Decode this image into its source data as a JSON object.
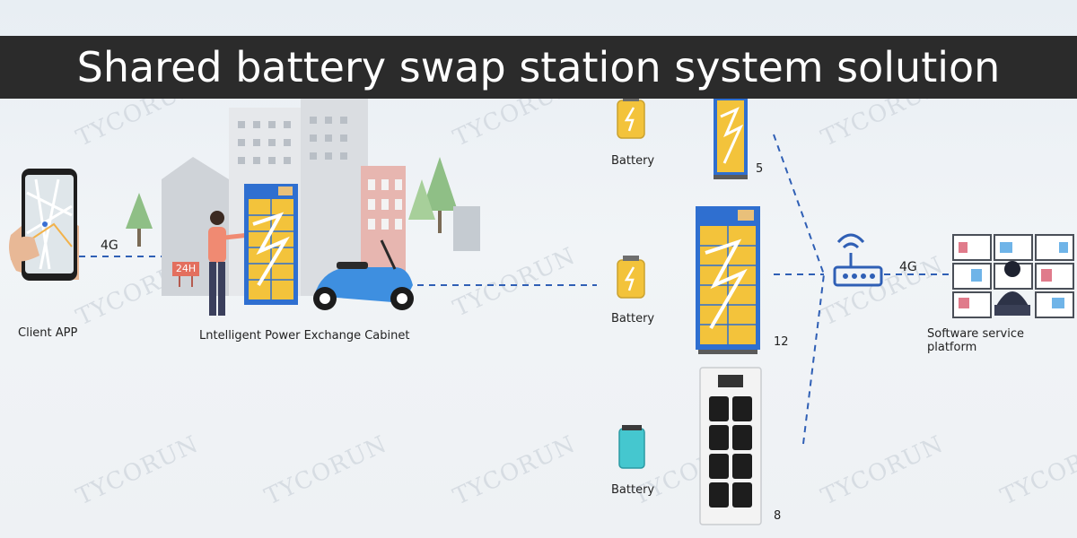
{
  "banner": {
    "title": "Shared battery swap station system solution"
  },
  "labels": {
    "client_app": "Client APP",
    "cabinet": "Lntelligent Power Exchange Cabinet",
    "software_platform": "Software service platform",
    "battery_top": "Battery",
    "battery_mid": "Battery",
    "battery_bottom": "Battery"
  },
  "links": {
    "app_link": "4G",
    "router_link": "4G"
  },
  "cabinet_counts": {
    "top": "5",
    "middle": "12",
    "bottom": "8"
  },
  "badges": {
    "hours": "24H"
  },
  "watermark": "TYCORUN",
  "colors": {
    "accent_yellow": "#f3c33b",
    "cabinet_blue": "#2f6fd0",
    "scooter_blue": "#3e8fe0",
    "line_blue": "#2f5fb5"
  }
}
